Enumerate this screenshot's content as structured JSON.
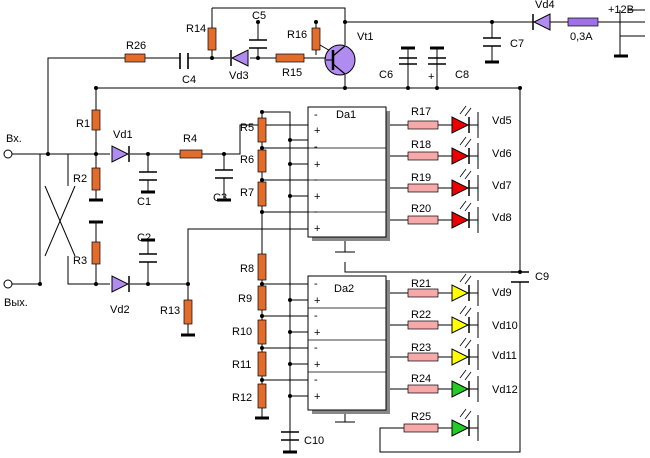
{
  "colors": {
    "wire": "#000000",
    "resistor": "#e36b2c",
    "led_resistor": "#f6a9a9",
    "diode_fill": "#b08cf0",
    "fuse": "#a070e8",
    "chip_shadow": "#888888",
    "led_red": "#ee0000",
    "led_yellow": "#ffff00",
    "led_green": "#22cc22"
  },
  "ports": {
    "input": "Вх.",
    "output": "Вых.",
    "power": "+12В",
    "fuse_rating": "0,3А"
  },
  "labels": {
    "R1": "R1",
    "R2": "R2",
    "R3": "R3",
    "R4": "R4",
    "R5": "R5",
    "R6": "R6",
    "R7": "R7",
    "R8": "R8",
    "R9": "R9",
    "R10": "R10",
    "R11": "R11",
    "R12": "R12",
    "R13": "R13",
    "R14": "R14",
    "R15": "R15",
    "R16": "R16",
    "R17": "R17",
    "R18": "R18",
    "R19": "R19",
    "R20": "R20",
    "R21": "R21",
    "R22": "R22",
    "R23": "R23",
    "R24": "R24",
    "R25": "R25",
    "R26": "R26",
    "C1": "C1",
    "C2": "C2",
    "C3": "C3",
    "C4": "C4",
    "C5": "C5",
    "C6": "C6",
    "C7": "C7",
    "C8": "C8",
    "C9": "C9",
    "C10": "C10",
    "Vd1": "Vd1",
    "Vd2": "Vd2",
    "Vd3": "Vd3",
    "Vd4": "Vd4",
    "Vd5": "Vd5",
    "Vd6": "Vd6",
    "Vd7": "Vd7",
    "Vd8": "Vd8",
    "Vd9": "Vd9",
    "Vd10": "Vd10",
    "Vd11": "Vd11",
    "Vd12": "Vd12",
    "Vt1": "Vt1",
    "Da1": "Da1",
    "Da2": "Da2"
  },
  "pin_signs": {
    "minus": "-",
    "plus": "+"
  }
}
